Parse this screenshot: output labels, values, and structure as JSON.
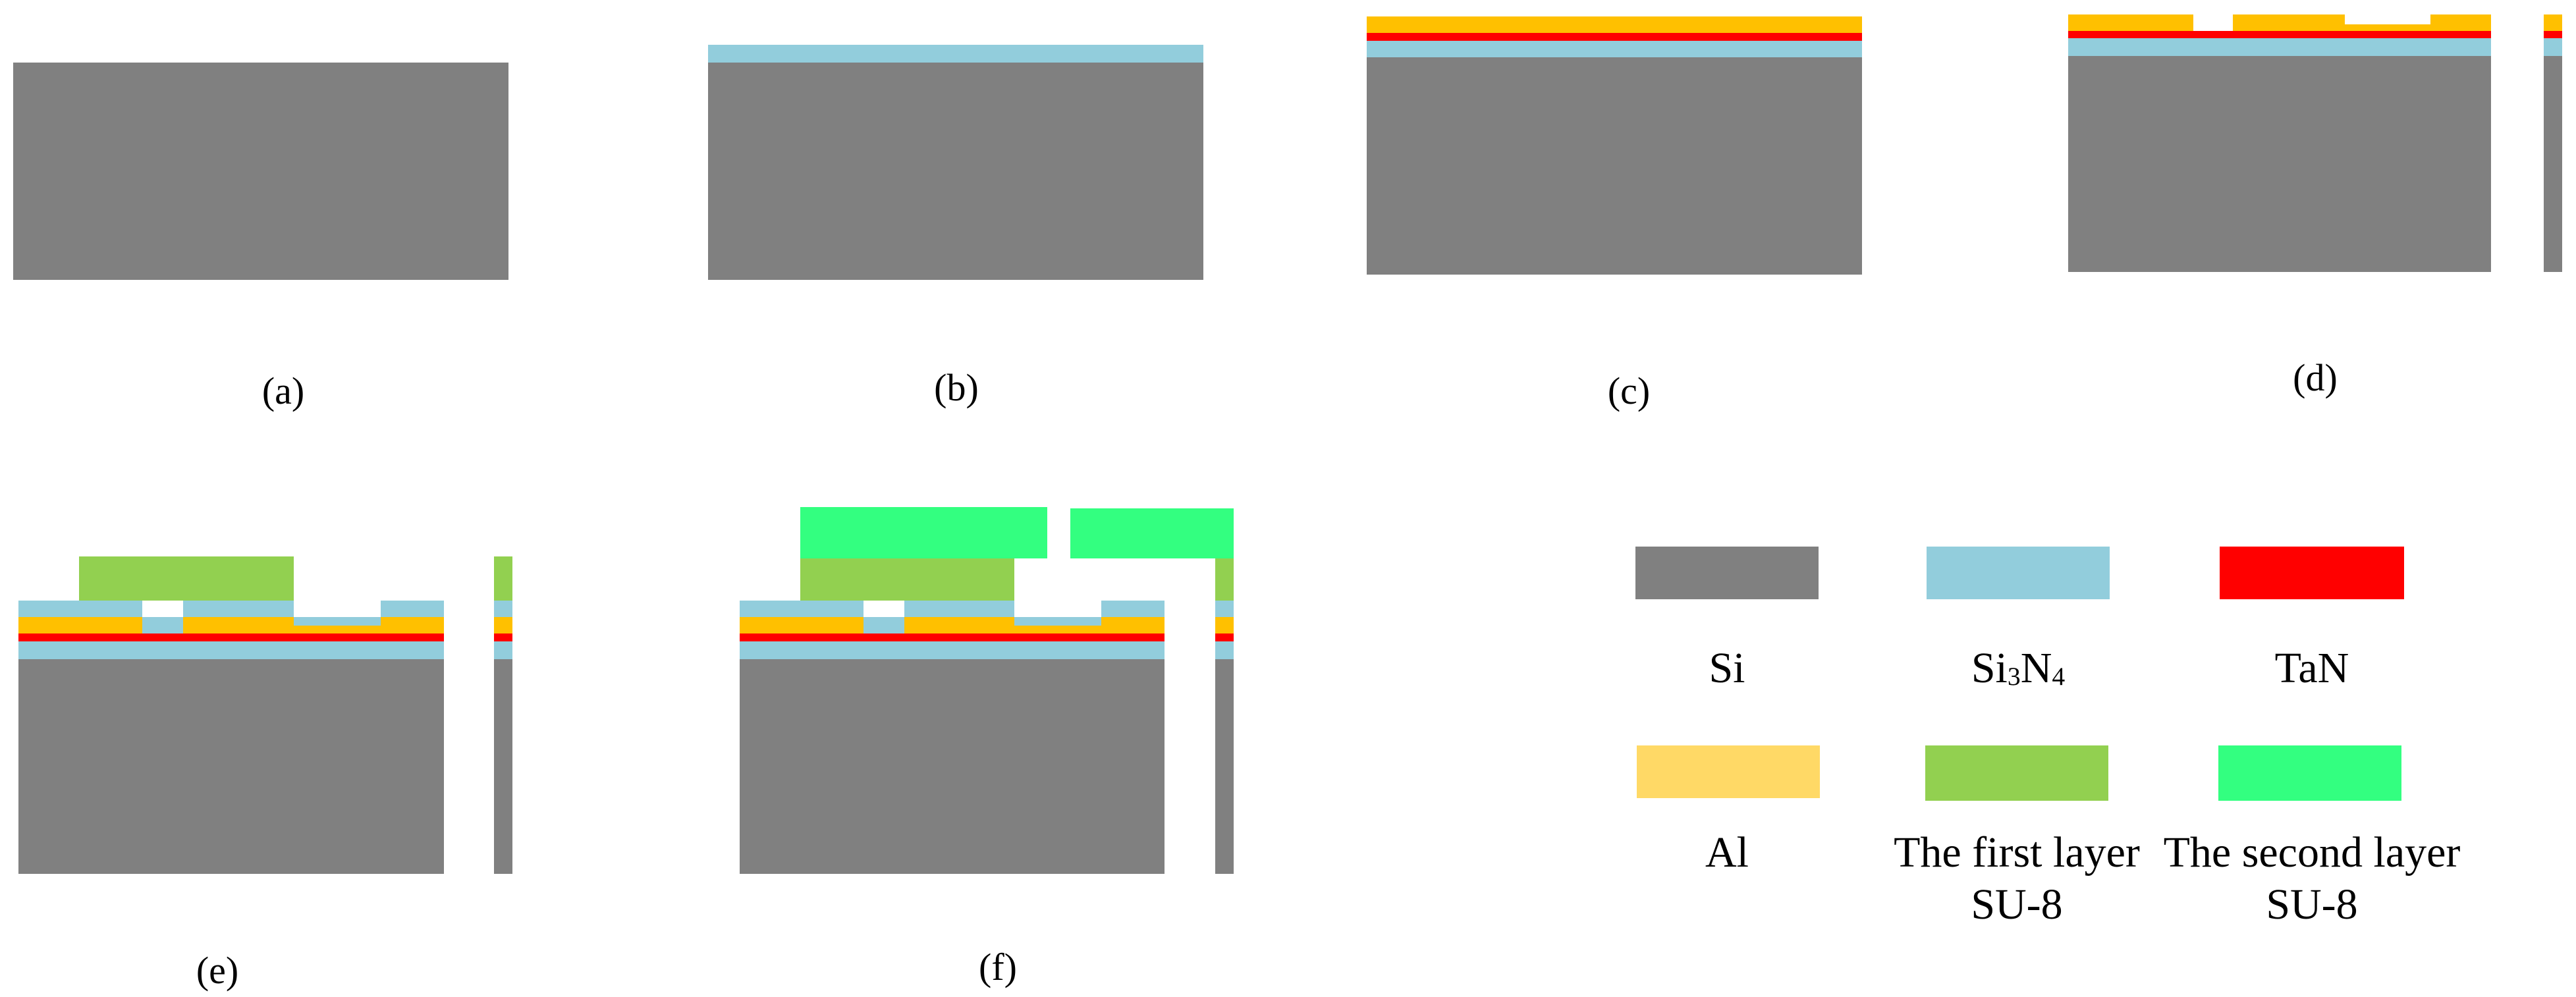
{
  "captions": {
    "a": "(a)",
    "b": "(b)",
    "c": "(c)",
    "d": "(d)",
    "e": "(e)",
    "f": "(f)"
  },
  "legend": {
    "si": {
      "label": "Si",
      "color": "#808080"
    },
    "si3n4": {
      "label_base": "Si",
      "label_sub1": "3",
      "label_mid": "N",
      "label_sub2": "4",
      "color": "#92CDDC"
    },
    "tan": {
      "label": "TaN",
      "color": "#FF0000"
    },
    "al": {
      "label": "Al",
      "color": "#FFD966"
    },
    "su8_first": {
      "label": "The first layer SU-8",
      "color": "#92D050"
    },
    "su8_second": {
      "label": "The second layer SU-8",
      "color": "#33FF80"
    }
  }
}
